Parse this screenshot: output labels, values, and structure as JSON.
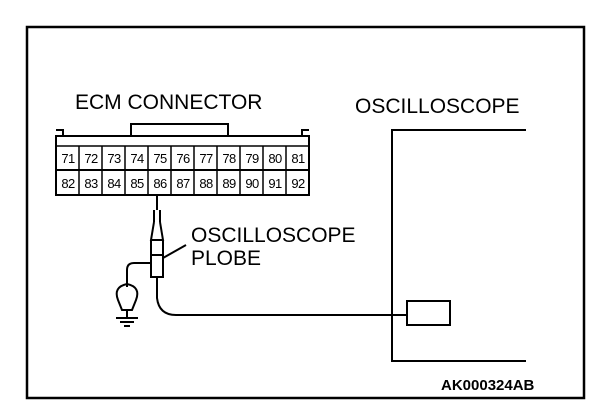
{
  "diagram": {
    "connector_title": "ECM CONNECTOR",
    "oscilloscope_title": "OSCILLOSCOPE",
    "probe_label_line1": "OSCILLOSCOPE",
    "probe_label_line2": "PLOBE",
    "figure_code": "AK000324AB",
    "pins_row1": [
      "71",
      "72",
      "73",
      "74",
      "75",
      "76",
      "77",
      "78",
      "79",
      "80",
      "81"
    ],
    "pins_row2": [
      "82",
      "83",
      "84",
      "85",
      "86",
      "87",
      "88",
      "89",
      "90",
      "91",
      "92"
    ],
    "probed_pin": "86"
  }
}
